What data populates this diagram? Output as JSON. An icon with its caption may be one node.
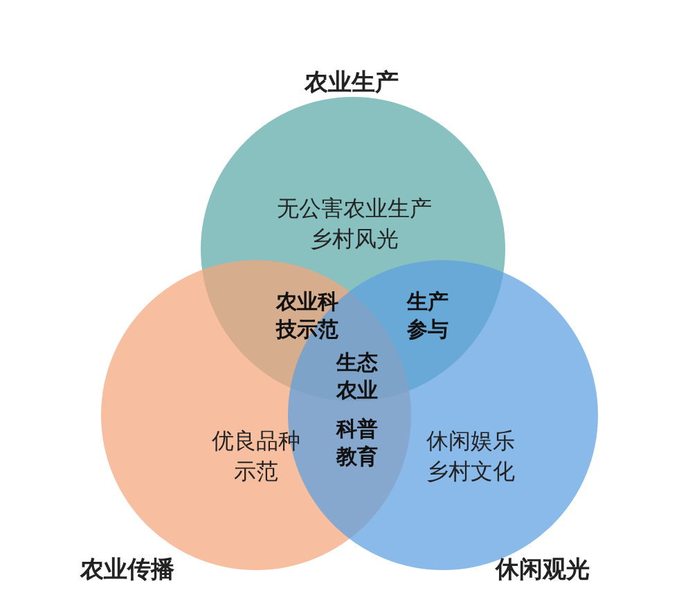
{
  "diagram": {
    "nodes": [
      {
        "text": [
          "农业生产",
          "无公害农业生产乡村风光"
        ]
      },
      {
        "text": [
          "优良品种示范",
          "农业传播"
        ]
      },
      {
        "text": [
          "休闲娱乐乡村文化",
          "休闲观光"
        ]
      }
    ],
    "labels": [
      "农业科技示范",
      "生产参与",
      "生态农业",
      "科普教育"
    ]
  }
}
